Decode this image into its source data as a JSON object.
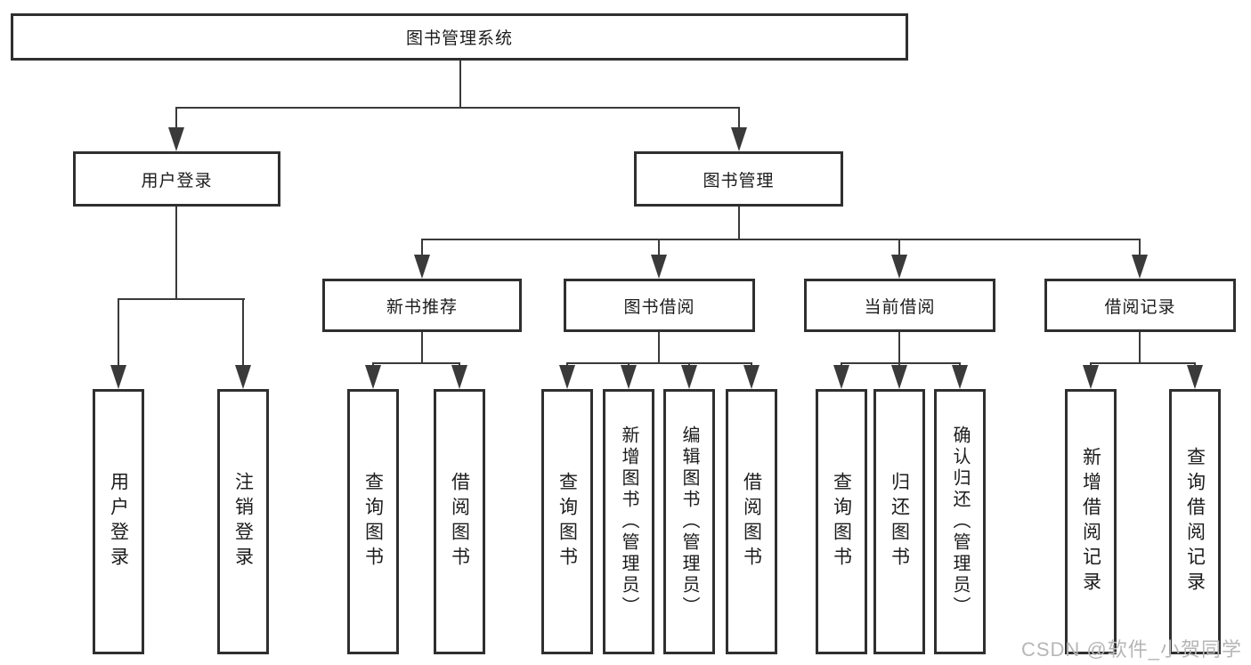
{
  "diagram": {
    "type": "hierarchy-tree",
    "watermark": "CSDN @软件_小贺同学",
    "colors": {
      "background": "#ffffff",
      "box_border": "#2f2f2f",
      "connector_line": "#3a3a3a",
      "text": "#1c1c1c",
      "watermark_text": "#b6b6b6"
    },
    "nodes": {
      "root": {
        "label": "图书管理系统"
      },
      "user_login": {
        "label": "用户登录"
      },
      "book_mgmt": {
        "label": "图书管理"
      },
      "new_book_recommend": {
        "label": "新书推荐"
      },
      "book_borrow": {
        "label": "图书借阅"
      },
      "current_borrow": {
        "label": "当前借阅"
      },
      "borrow_records": {
        "label": "借阅记录"
      },
      "leaf_user_login": {
        "label": "用户登录"
      },
      "leaf_logout": {
        "label": "注销登录"
      },
      "leaf_rec_query_book": {
        "label": "查询图书"
      },
      "leaf_rec_borrow_book": {
        "label": "借阅图书"
      },
      "leaf_bb_query_book": {
        "label": "查询图书"
      },
      "leaf_bb_add_book": {
        "label": "新增图书（管理员）"
      },
      "leaf_bb_edit_book": {
        "label": "编辑图书（管理员）"
      },
      "leaf_bb_borrow_book": {
        "label": "借阅图书"
      },
      "leaf_cb_query_book": {
        "label": "查询图书"
      },
      "leaf_cb_return_book": {
        "label": "归还图书"
      },
      "leaf_cb_confirm_return": {
        "label": "确认归还（管理员）"
      },
      "leaf_br_add_record": {
        "label": "新增借阅记录"
      },
      "leaf_br_query_record": {
        "label": "查询借阅记录"
      }
    },
    "edges": [
      "root->user_login",
      "root->book_mgmt",
      "user_login->leaf_user_login",
      "user_login->leaf_logout",
      "book_mgmt->new_book_recommend",
      "book_mgmt->book_borrow",
      "book_mgmt->current_borrow",
      "book_mgmt->borrow_records",
      "new_book_recommend->leaf_rec_query_book",
      "new_book_recommend->leaf_rec_borrow_book",
      "book_borrow->leaf_bb_query_book",
      "book_borrow->leaf_bb_add_book",
      "book_borrow->leaf_bb_edit_book",
      "book_borrow->leaf_bb_borrow_book",
      "current_borrow->leaf_cb_query_book",
      "current_borrow->leaf_cb_return_book",
      "current_borrow->leaf_cb_confirm_return",
      "borrow_records->leaf_br_add_record",
      "borrow_records->leaf_br_query_record"
    ]
  }
}
